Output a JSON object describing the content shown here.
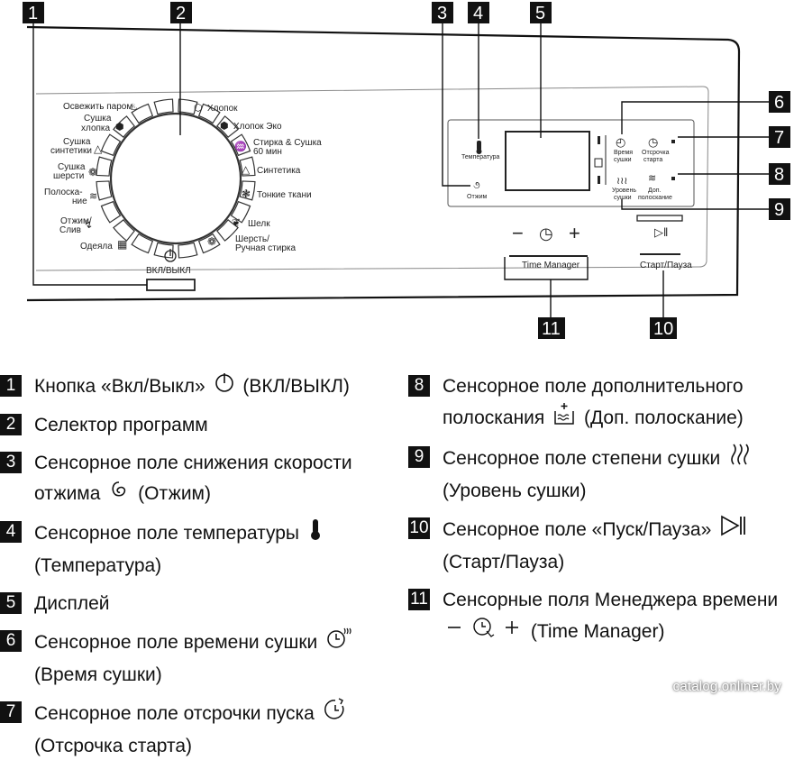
{
  "callouts": [
    "1",
    "2",
    "3",
    "4",
    "5",
    "6",
    "7",
    "8",
    "9",
    "10",
    "11"
  ],
  "panel": {
    "programs": {
      "steam_refresh": "Освежить паром",
      "cotton": "Хлопок",
      "cotton_dry_1": "Сушка",
      "cotton_dry_2": "хлопка",
      "cotton_eco": "Хлопок Эко",
      "synth_dry_1": "Сушка",
      "synth_dry_2": "синтетики",
      "wash_dry_1": "Стирка & Сушка",
      "wash_dry_2": "60 мин",
      "wool_dry_1": "Сушка",
      "wool_dry_2": "шерсти",
      "synthetics": "Синтетика",
      "rinse_1": "Полоска-",
      "rinse_2": "ние",
      "delicates": "Тонкие ткани",
      "spin_1": "Отжим/",
      "spin_2": "Слив",
      "silk": "Шелк",
      "blankets": "Одеяла",
      "wool_1": "Шерсть/",
      "wool_2": "Ручная стирка"
    },
    "on_off": "ВКЛ/ВЫКЛ",
    "temperature": "Температура",
    "spin": "Отжим",
    "dry_time_1": "Время",
    "dry_time_2": "сушки",
    "delay_1": "Отсрочка",
    "delay_2": "старта",
    "dry_level_1": "Уровень",
    "dry_level_2": "сушки",
    "extra_rinse_1": "Доп.",
    "extra_rinse_2": "полоскание",
    "time_manager": "Time Manager",
    "minus": "−",
    "plus": "+",
    "start_pause": "Старт/Пауза"
  },
  "legend": [
    {
      "num": "1",
      "text_a": "Кнопка «Вкл/Выкл»",
      "icon": "power-icon",
      "text_b": "(ВКЛ/ВЫКЛ)"
    },
    {
      "num": "2",
      "text_a": "Селектор программ"
    },
    {
      "num": "3",
      "text_a": "Сенсорное поле снижения скорости отжима",
      "icon": "spin-icon",
      "text_b": "(Отжим)"
    },
    {
      "num": "4",
      "text_a": "Сенсорное поле температуры",
      "icon": "thermometer-icon",
      "text_b": "(Температура)"
    },
    {
      "num": "5",
      "text_a": "Дисплей"
    },
    {
      "num": "6",
      "text_a": "Сенсорное поле времени сушки",
      "icon": "dry-time-icon",
      "text_b": "(Время сушки)"
    },
    {
      "num": "7",
      "text_a": "Сенсорное поле отсрочки пуска",
      "icon": "delay-icon",
      "text_b": "(Отсрочка старта)"
    },
    {
      "num": "8",
      "text_a": "Сенсорное поле дополнительного полоскания",
      "icon": "extra-rinse-icon",
      "text_b": "(Доп. полоскание)"
    },
    {
      "num": "9",
      "text_a": "Сенсорное поле степени сушки",
      "icon": "dry-level-icon",
      "text_b": "(Уровень сушки)"
    },
    {
      "num": "10",
      "text_a": "Сенсорное поле «Пуск/Пауза»",
      "icon": "start-pause-icon",
      "text_b": "(Старт/Пауза)"
    },
    {
      "num": "11",
      "text_a": "Сенсорные поля Менеджера времени",
      "icon": "time-manager-icon",
      "text_b": "(Time Manager)"
    }
  ],
  "watermark": "catalog.onliner.by"
}
